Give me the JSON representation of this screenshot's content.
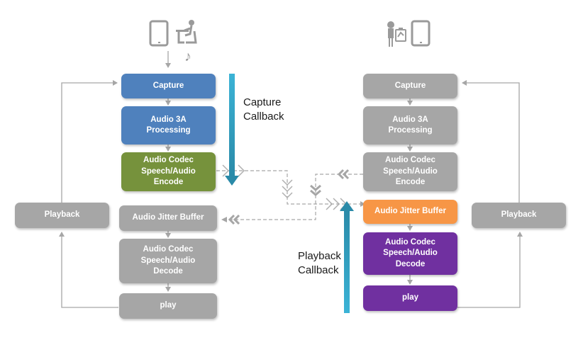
{
  "sender": {
    "icons": [
      "tablet-icon",
      "student-at-desk-icon",
      "music-note-icon"
    ],
    "pipeline": [
      {
        "id": "capture",
        "label": "Capture",
        "color": "#4f81bd"
      },
      {
        "id": "audio-3a",
        "label": "Audio 3A\nProcessing",
        "color": "#4f81bd"
      },
      {
        "id": "encode",
        "label": "Audio Codec\nSpeech/Audio\nEncode",
        "color": "#76923c"
      },
      {
        "id": "jitter-buffer",
        "label": "Audio Jitter Buffer",
        "color": "#a6a6a6"
      },
      {
        "id": "decode",
        "label": "Audio Codec\nSpeech/Audio\nDecode",
        "color": "#a6a6a6"
      },
      {
        "id": "play",
        "label": "play",
        "color": "#a6a6a6"
      }
    ],
    "playback_label": "Playback",
    "callback_label": "Capture\nCallback"
  },
  "receiver": {
    "icons": [
      "teacher-with-board-icon",
      "tablet-icon"
    ],
    "pipeline": [
      {
        "id": "capture",
        "label": "Capture",
        "color": "#a6a6a6"
      },
      {
        "id": "audio-3a",
        "label": "Audio 3A\nProcessing",
        "color": "#a6a6a6"
      },
      {
        "id": "encode",
        "label": "Audio Codec\nSpeech/Audio\nEncode",
        "color": "#a6a6a6"
      },
      {
        "id": "jitter-buffer",
        "label": "Audio Jitter Buffer",
        "color": "#f79646"
      },
      {
        "id": "decode",
        "label": "Audio Codec\nSpeech/Audio\nDecode",
        "color": "#7030a0"
      },
      {
        "id": "play",
        "label": "play",
        "color": "#7030a0"
      }
    ],
    "playback_label": "Playback",
    "callback_label": "Playback\nCallback"
  },
  "colors": {
    "callback_arrow": "#2f9bbf",
    "connector": "#a6a6a6",
    "icon": "#9a9a9a"
  }
}
